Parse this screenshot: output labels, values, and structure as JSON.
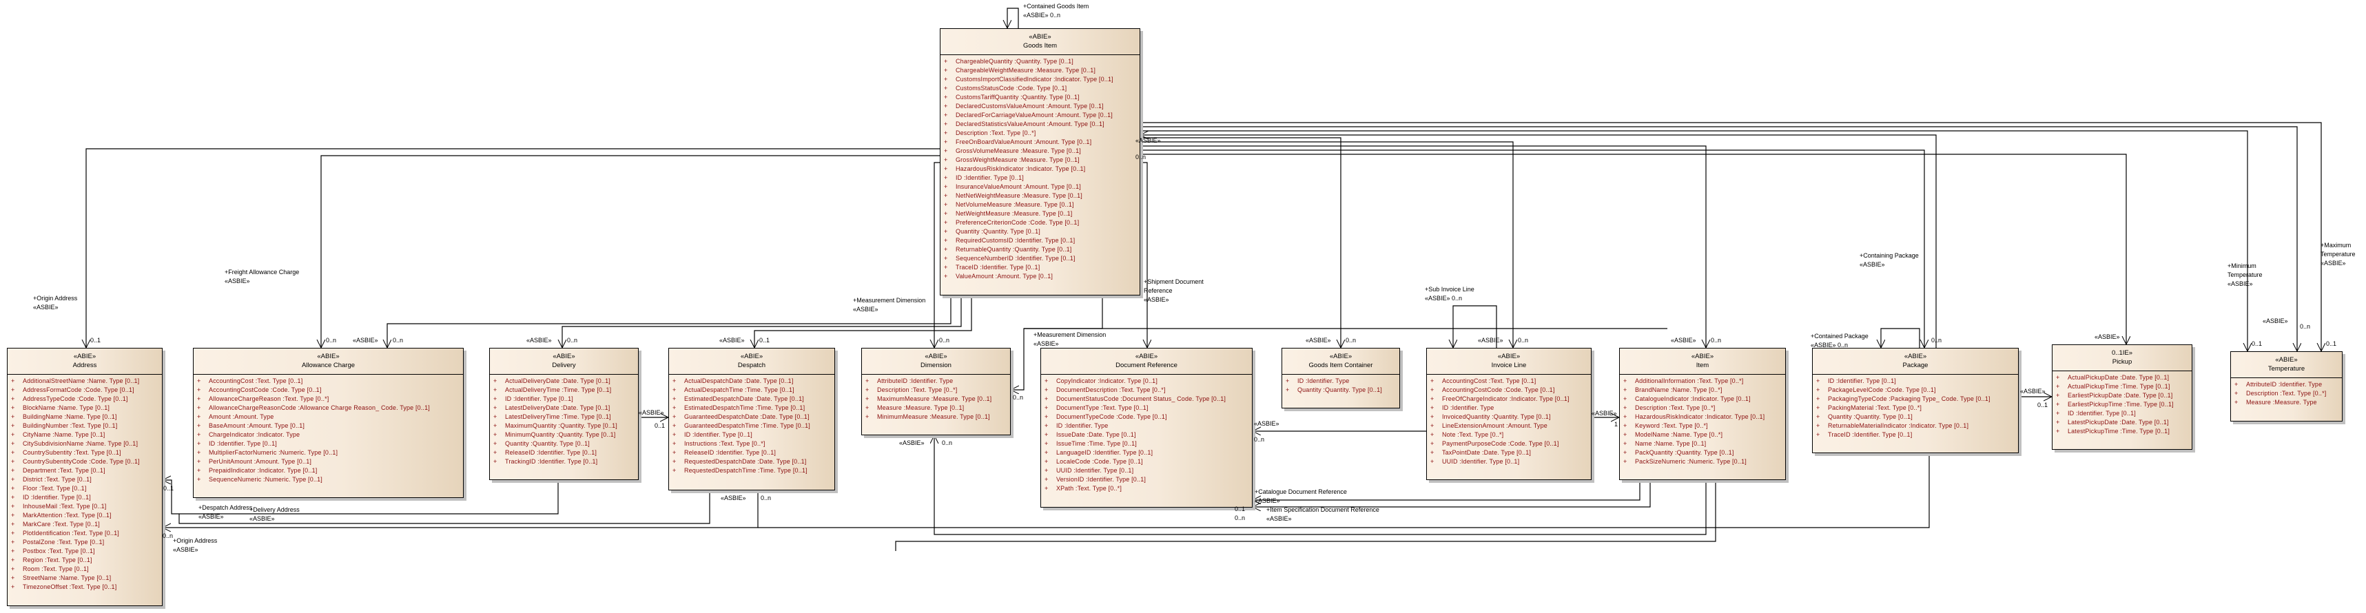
{
  "diagram": {
    "line_color": "#000000",
    "attribute_color": "#8b1010",
    "box_fill_left": "#fbf1e5",
    "box_fill_right": "#e6d4bb",
    "classes": [
      {
        "stereotype": "«ABIE»",
        "name": "Goods Item",
        "attributes": [
          "ChargeableQuantity  :Quantity. Type [0..1]",
          "ChargeableWeightMeasure  :Measure. Type [0..1]",
          "CustomsImportClassifiedIndicator  :Indicator. Type [0..1]",
          "CustomsStatusCode  :Code. Type [0..1]",
          "CustomsTariffQuantity  :Quantity. Type [0..1]",
          "DeclaredCustomsValueAmount  :Amount. Type [0..1]",
          "DeclaredForCarriageValueAmount  :Amount. Type [0..1]",
          "DeclaredStatisticsValueAmount  :Amount. Type [0..1]",
          "Description  :Text. Type [0..*]",
          "FreeOnBoardValueAmount  :Amount. Type [0..1]",
          "GrossVolumeMeasure  :Measure. Type [0..1]",
          "GrossWeightMeasure  :Measure. Type [0..1]",
          "HazardousRiskIndicator  :Indicator. Type [0..1]",
          "ID  :Identifier. Type [0..1]",
          "InsuranceValueAmount  :Amount. Type [0..1]",
          "NetNetWeightMeasure  :Measure. Type [0..1]",
          "NetVolumeMeasure  :Measure. Type [0..1]",
          "NetWeightMeasure  :Measure. Type [0..1]",
          "PreferenceCriterionCode  :Code. Type [0..1]",
          "Quantity  :Quantity. Type [0..1]",
          "RequiredCustomsID  :Identifier. Type [0..1]",
          "ReturnableQuantity  :Quantity. Type [0..1]",
          "SequenceNumberID  :Identifier. Type [0..1]",
          "TraceID  :Identifier. Type [0..1]",
          "ValueAmount  :Amount. Type [0..1]"
        ]
      },
      {
        "stereotype": "«ABIE»",
        "name": "Address",
        "attributes": [
          "AdditionalStreetName  :Name. Type [0..1]",
          "AddressFormatCode  :Code. Type [0..1]",
          "AddressTypeCode  :Code. Type [0..1]",
          "BlockName  :Name. Type [0..1]",
          "BuildingName  :Name. Type [0..1]",
          "BuildingNumber  :Text. Type [0..1]",
          "CityName  :Name. Type [0..1]",
          "CitySubdivisionName  :Name. Type [0..1]",
          "CountrySubentity  :Text. Type [0..1]",
          "CountrySubentityCode  :Code. Type [0..1]",
          "Department  :Text. Type [0..1]",
          "District  :Text. Type [0..1]",
          "Floor  :Text. Type [0..1]",
          "ID  :Identifier. Type [0..1]",
          "InhouseMail  :Text. Type [0..1]",
          "MarkAttention  :Text. Type [0..1]",
          "MarkCare  :Text. Type [0..1]",
          "PlotIdentification  :Text. Type [0..1]",
          "PostalZone  :Text. Type [0..1]",
          "Postbox  :Text. Type [0..1]",
          "Region  :Text. Type [0..1]",
          "Room  :Text. Type [0..1]",
          "StreetName  :Name. Type [0..1]",
          "TimezoneOffset  :Text. Type [0..1]"
        ]
      },
      {
        "stereotype": "«ABIE»",
        "name": "Allowance Charge",
        "attributes": [
          "AccountingCost  :Text. Type [0..1]",
          "AccountingCostCode  :Code. Type [0..1]",
          "AllowanceChargeReason  :Text. Type [0..*]",
          "AllowanceChargeReasonCode  :Allowance Charge Reason_ Code. Type [0..1]",
          "Amount  :Amount. Type",
          "BaseAmount  :Amount. Type [0..1]",
          "ChargeIndicator  :Indicator. Type",
          "ID  :Identifier. Type [0..1]",
          "MultiplierFactorNumeric  :Numeric. Type [0..1]",
          "PerUnitAmount  :Amount. Type [0..1]",
          "PrepaidIndicator  :Indicator. Type [0..1]",
          "SequenceNumeric  :Numeric. Type [0..1]"
        ]
      },
      {
        "stereotype": "«ABIE»",
        "name": "Delivery",
        "attributes": [
          "ActualDeliveryDate  :Date. Type [0..1]",
          "ActualDeliveryTime  :Time. Type [0..1]",
          "ID  :Identifier. Type [0..1]",
          "LatestDeliveryDate  :Date. Type [0..1]",
          "LatestDeliveryTime  :Time. Type [0..1]",
          "MaximumQuantity  :Quantity. Type [0..1]",
          "MinimumQuantity  :Quantity. Type [0..1]",
          "Quantity  :Quantity. Type [0..1]",
          "ReleaseID  :Identifier. Type [0..1]",
          "TrackingID  :Identifier. Type [0..1]"
        ]
      },
      {
        "stereotype": "«ABIE»",
        "name": "Despatch",
        "attributes": [
          "ActualDespatchDate  :Date. Type [0..1]",
          "ActualDespatchTime  :Time. Type [0..1]",
          "EstimatedDespatchDate  :Date. Type [0..1]",
          "EstimatedDespatchTime  :Time. Type [0..1]",
          "GuaranteedDespatchDate  :Date. Type [0..1]",
          "GuaranteedDespatchTime  :Time. Type [0..1]",
          "ID  :Identifier. Type [0..1]",
          "Instructions  :Text. Type [0..*]",
          "ReleaseID  :Identifier. Type [0..1]",
          "RequestedDespatchDate  :Date. Type [0..1]",
          "RequestedDespatchTime  :Time. Type [0..1]"
        ]
      },
      {
        "stereotype": "«ABIE»",
        "name": "Dimension",
        "attributes": [
          "AttributeID  :Identifier. Type",
          "Description  :Text. Type [0..*]",
          "MaximumMeasure  :Measure. Type [0..1]",
          "Measure  :Measure. Type [0..1]",
          "MinimumMeasure  :Measure. Type [0..1]"
        ]
      },
      {
        "stereotype": "«ABIE»",
        "name": "Document Reference",
        "attributes": [
          "CopyIndicator  :Indicator. Type [0..1]",
          "DocumentDescription  :Text. Type [0..*]",
          "DocumentStatusCode  :Document Status_ Code. Type [0..1]",
          "DocumentType  :Text. Type [0..1]",
          "DocumentTypeCode  :Code. Type [0..1]",
          "ID  :Identifier. Type",
          "IssueDate  :Date. Type [0..1]",
          "IssueTime  :Time. Type [0..1]",
          "LanguageID  :Identifier. Type [0..1]",
          "LocaleCode  :Code. Type [0..1]",
          "UUID  :Identifier. Type [0..1]",
          "VersionID  :Identifier. Type [0..1]",
          "XPath  :Text. Type [0..*]"
        ]
      },
      {
        "stereotype": "«ABIE»",
        "name": "Goods Item Container",
        "attributes": [
          "ID  :Identifier. Type",
          "Quantity  :Quantity. Type [0..1]"
        ]
      },
      {
        "stereotype": "«ABIE»",
        "name": "Invoice Line",
        "attributes": [
          "AccountingCost  :Text. Type [0..1]",
          "AccountingCostCode  :Code. Type [0..1]",
          "FreeOfChargeIndicator  :Indicator. Type [0..1]",
          "ID  :Identifier. Type",
          "InvoicedQuantity  :Quantity. Type [0..1]",
          "LineExtensionAmount  :Amount. Type",
          "Note  :Text. Type [0..*]",
          "PaymentPurposeCode  :Code. Type [0..1]",
          "TaxPointDate  :Date. Type [0..1]",
          "UUID  :Identifier. Type [0..1]"
        ]
      },
      {
        "stereotype": "«ABIE»",
        "name": "Item",
        "attributes": [
          "AdditionalInformation  :Text. Type [0..*]",
          "BrandName  :Name. Type [0..*]",
          "CatalogueIndicator  :Indicator. Type [0..1]",
          "Description  :Text. Type [0..*]",
          "HazardousRiskIndicator  :Indicator. Type [0..1]",
          "Keyword  :Text. Type [0..*]",
          "ModelName  :Name. Type [0..*]",
          "Name  :Name. Type [0..1]",
          "PackQuantity  :Quantity. Type [0..1]",
          "PackSizeNumeric  :Numeric. Type [0..1]"
        ]
      },
      {
        "stereotype": "«ABIE»",
        "name": "Package",
        "attributes": [
          "ID  :Identifier. Type [0..1]",
          "PackageLevelCode  :Code. Type [0..1]",
          "PackagingTypeCode  :Packaging Type_ Code. Type [0..1]",
          "PackingMaterial  :Text. Type [0..*]",
          "Quantity  :Quantity. Type [0..1]",
          "ReturnableMaterialIndicator  :Indicator. Type [0..1]",
          "TraceID  :Identifier. Type [0..1]"
        ]
      },
      {
        "stereotype": "0..1IE»",
        "name": "Pickup",
        "attributes": [
          "ActualPickupDate  :Date. Type [0..1]",
          "ActualPickupTime  :Time. Type [0..1]",
          "EarliestPickupDate  :Date. Type [0..1]",
          "EarliestPickupTime  :Time. Type [0..1]",
          "ID  :Identifier. Type [0..1]",
          "LatestPickupDate  :Date. Type [0..1]",
          "LatestPickupTime  :Time. Type [0..1]"
        ]
      },
      {
        "stereotype": "«ABIE»",
        "name": "Temperature",
        "attributes": [
          "AttributeID  :Identifier. Type",
          "Description  :Text. Type [0..*]",
          "Measure  :Measure. Type"
        ]
      }
    ],
    "labels": [
      [
        "+Contained Goods Item",
        "«ASBIE» 0..n"
      ],
      [
        "+Origin Address",
        "«ASBIE»"
      ],
      [
        "0..1"
      ],
      [
        "+Freight Allowance Charge",
        "«ASBIE»"
      ],
      [
        "0..n"
      ],
      [
        "«ASBIE»"
      ],
      [
        "0..n"
      ],
      [
        "«ASBIE»"
      ],
      [
        "0..n"
      ],
      [
        "«ASBIE»"
      ],
      [
        "0..1"
      ],
      [
        "+Measurement Dimension",
        "«ASBIE»"
      ],
      [
        "0..n"
      ],
      [
        "+Measurement Dimension",
        "«ASBIE»"
      ],
      [
        "0..n"
      ],
      [
        "«ASBIE»"
      ],
      [
        "0..n"
      ],
      [
        "+Shipment Document",
        "Reference",
        "«ASBIE»"
      ],
      [
        "«ASBIE»"
      ],
      [
        "0..n"
      ],
      [
        "+Sub Invoice Line",
        "«ASBIE» 0..n"
      ],
      [
        "«ASBIE»"
      ],
      [
        "0..n"
      ],
      [
        "«ASBIE»"
      ],
      [
        "0..n"
      ],
      [
        "+Contained Package",
        "«ASBIE» 0..n"
      ],
      [
        "0..n"
      ],
      [
        "+Containing Package",
        "«ASBIE»"
      ],
      [
        "«ASBIE»"
      ],
      [
        "«ASBIE»"
      ],
      [
        "0..1"
      ],
      [
        "+Minimum",
        "Temperature",
        "«ASBIE»"
      ],
      [
        "+Maximum",
        "Temperature",
        "«ASBIE»"
      ],
      [
        "«ASBIE»"
      ],
      [
        "0..n"
      ],
      [
        "0..1"
      ],
      [
        "0..1"
      ],
      [
        "«ASBIE»"
      ],
      [
        "0..1"
      ],
      [
        "0..1"
      ],
      [
        "+Despatch Address",
        "«ASBIE»"
      ],
      [
        "+Delivery Address",
        "«ASBIE»"
      ],
      [
        "0..n"
      ],
      [
        "+Origin Address",
        "«ASBIE»"
      ],
      [
        "+Catalogue Document Reference",
        "«ASBIE»"
      ],
      [
        "+Item Specification Document Reference",
        "«ASBIE»"
      ],
      [
        "0..1",
        "0..n"
      ],
      [
        "«ASBIE»"
      ],
      [
        "0..n"
      ],
      [
        "«ASBIE»"
      ],
      [
        "1"
      ],
      [
        "«ASBIE»"
      ],
      [
        "0..n"
      ],
      [
        "«ASBIE»"
      ],
      [
        "0..n"
      ]
    ]
  }
}
